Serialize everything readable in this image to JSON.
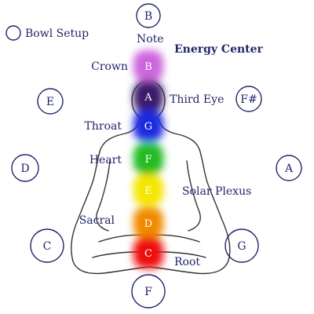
{
  "bowl_setup_label": "Bowl Setup",
  "note_header": "Note",
  "energy_center_header": "Energy Center",
  "chakras": [
    {
      "note": "B",
      "center": "Crown",
      "color": "#cc66dd"
    },
    {
      "note": "A",
      "center": "Third Eye",
      "color": "#3a1f6b"
    },
    {
      "note": "G",
      "center": "Throat",
      "color": "#1c2ce0"
    },
    {
      "note": "F",
      "center": "Heart",
      "color": "#22bb22"
    },
    {
      "note": "E",
      "center": "Solar Plexus",
      "color": "#f5e600"
    },
    {
      "note": "D",
      "center": "Sacral",
      "color": "#f08a00"
    },
    {
      "note": "C",
      "center": "Root",
      "color": "#ee1111"
    }
  ],
  "bowls": {
    "top": "B",
    "upper_left": "E",
    "upper_right": "F#",
    "left": "D",
    "right": "A",
    "lower_left": "C",
    "lower_right": "G",
    "bottom": "F"
  }
}
